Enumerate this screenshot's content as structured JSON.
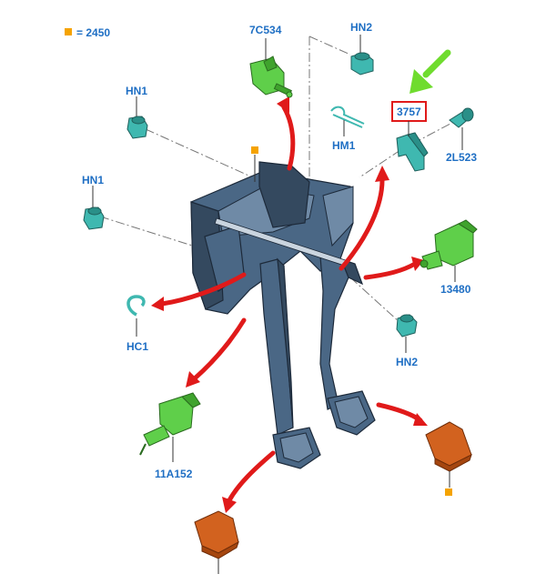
{
  "legend": {
    "marker_color": "#f5a300",
    "text": "=  2450"
  },
  "labels": {
    "sw_7C534": "7C534",
    "hn2_top": "HN2",
    "hn1_upper": "HN1",
    "hn1_lower": "HN1",
    "part_3757": "3757",
    "hm1": "HM1",
    "l2523": "2L523",
    "p13480": "13480",
    "hc1": "HC1",
    "hn2_lower": "HN2",
    "p11A152": "11A152"
  },
  "colors": {
    "label_blue": "#1f6fc4",
    "arrow_red": "#e01a1a",
    "arrow_green": "#6fdc2e",
    "highlight_box": "#e01a1a",
    "part_green": "#5fcf4a",
    "clip_teal": "#3fb8b0",
    "pad_orange": "#d2621f",
    "frame_blue": "#4a6785"
  }
}
